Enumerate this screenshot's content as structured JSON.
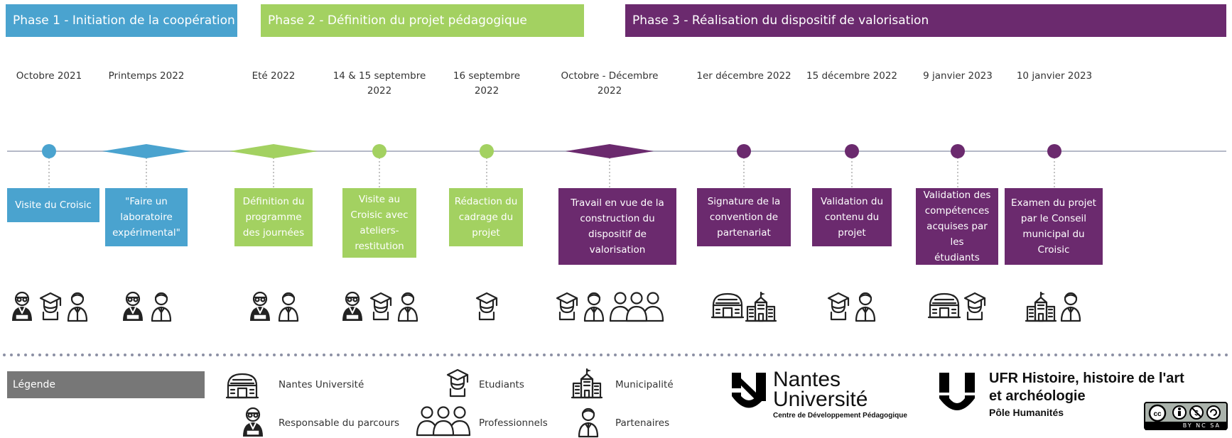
{
  "colors": {
    "phase1": "#4aa3cf",
    "phase2": "#a3d161",
    "phase3": "#6b2a6e",
    "axis": "#b5b9c7",
    "legend_box": "#777777"
  },
  "phases": [
    {
      "label": "Phase 1 - Initiation de la coopération"
    },
    {
      "label": "Phase 2 - Définition du projet pédagogique"
    },
    {
      "label": "Phase 3 - Réalisation du dispositif de valorisation"
    }
  ],
  "milestones": [
    {
      "date": "Octobre 2021",
      "event": "Visite du Croisic",
      "phase": 1,
      "marker": "circle",
      "actors": [
        "responsable",
        "etudiants",
        "partenaires"
      ]
    },
    {
      "date": "Printemps 2022",
      "event": "\"Faire un\nlaboratoire\nexpérimental\"",
      "phase": 1,
      "marker": "diamond",
      "actors": [
        "responsable",
        "partenaires"
      ]
    },
    {
      "date": "Eté 2022",
      "event": "Définition du\nprogramme\ndes journées",
      "phase": 2,
      "marker": "diamond",
      "actors": [
        "responsable",
        "partenaires"
      ]
    },
    {
      "date": "14 & 15 septembre\n2022",
      "event": "Visite au\nCroisic avec\nateliers-\nrestitution",
      "phase": 2,
      "marker": "circle",
      "actors": [
        "responsable",
        "etudiants",
        "partenaires"
      ]
    },
    {
      "date": "16 septembre\n2022",
      "event": "Rédaction du\ncadrage du\nprojet",
      "phase": 2,
      "marker": "circle",
      "actors": [
        "etudiants"
      ]
    },
    {
      "date": "Octobre - Décembre\n2022",
      "event": "Travail en vue de la\nconstruction du\ndispositif de\nvalorisation",
      "phase": 3,
      "marker": "diamond",
      "actors": [
        "etudiants",
        "partenaires",
        "professionnels"
      ]
    },
    {
      "date": "1er décembre 2022",
      "event": "Signature de la\nconvention de\npartenariat",
      "phase": 3,
      "marker": "circle",
      "actors": [
        "nantes",
        "municipalite"
      ]
    },
    {
      "date": "15 décembre 2022",
      "event": "Validation du\ncontenu du\nprojet",
      "phase": 3,
      "marker": "circle",
      "actors": [
        "etudiants",
        "partenaires"
      ]
    },
    {
      "date": "9 janvier 2023",
      "event": "Validation des\ncompétences\nacquises par les\nétudiants",
      "phase": 3,
      "marker": "circle",
      "actors": [
        "nantes",
        "etudiants"
      ]
    },
    {
      "date": "10 janvier 2023",
      "event": "Examen du projet\npar le Conseil\nmunicipal du\nCroisic",
      "phase": 3,
      "marker": "circle",
      "actors": [
        "municipalite",
        "partenaires"
      ]
    }
  ],
  "legend": {
    "title": "Légende",
    "items": [
      {
        "icon": "nantes",
        "label": "Nantes Université"
      },
      {
        "icon": "etudiants",
        "label": "Etudiants"
      },
      {
        "icon": "municipalite",
        "label": "Municipalité"
      },
      {
        "icon": "responsable",
        "label": "Responsable du parcours"
      },
      {
        "icon": "professionnels",
        "label": "Professionnels"
      },
      {
        "icon": "partenaires",
        "label": "Partenaires"
      }
    ]
  },
  "logos": {
    "nu_line1": "Nantes",
    "nu_line2": "Université",
    "nu_sub": "Centre de Développement Pédagogique",
    "ufr_line1": "UFR Histoire, histoire de l'art",
    "ufr_line2": "et archéologie",
    "ufr_sub": "Pôle Humanités",
    "cc_text": "BY NC SA"
  }
}
